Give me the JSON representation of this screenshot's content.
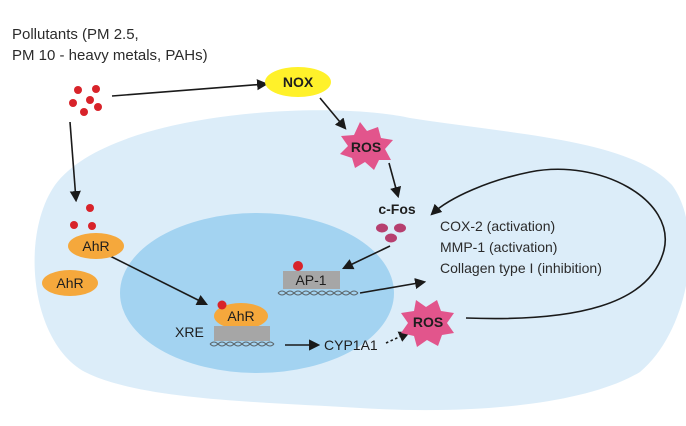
{
  "pollutants": {
    "line1": "Pollutants (PM 2.5,",
    "line2": "PM 10 - heavy metals, PAHs)"
  },
  "labels": {
    "nox": "NOX",
    "ros_top": "ROS",
    "cfos": "c-Fos",
    "ahr_cytoplasm_bound": "AhR",
    "ahr_cytoplasm_free": "AhR",
    "ahr_nucleus": "AhR",
    "ap1": "AP-1",
    "xre": "XRE",
    "cyp1a1": "CYP1A1",
    "ros_bottom": "ROS"
  },
  "effects": [
    "COX-2 (activation)",
    "MMP-1 (activation)",
    "Collagen type I (inhibition)"
  ],
  "colors": {
    "cell": "#dcedf9",
    "nucleus": "#a3d3f1",
    "nox": "#fff12a",
    "ahr": "#f5a83c",
    "ros": "#e2558c",
    "cfos_dots": "#b63f6f",
    "pollutant_dots": "#d8232a",
    "dna_box": "#a6a6a6",
    "arrow": "#1a1a1a"
  }
}
